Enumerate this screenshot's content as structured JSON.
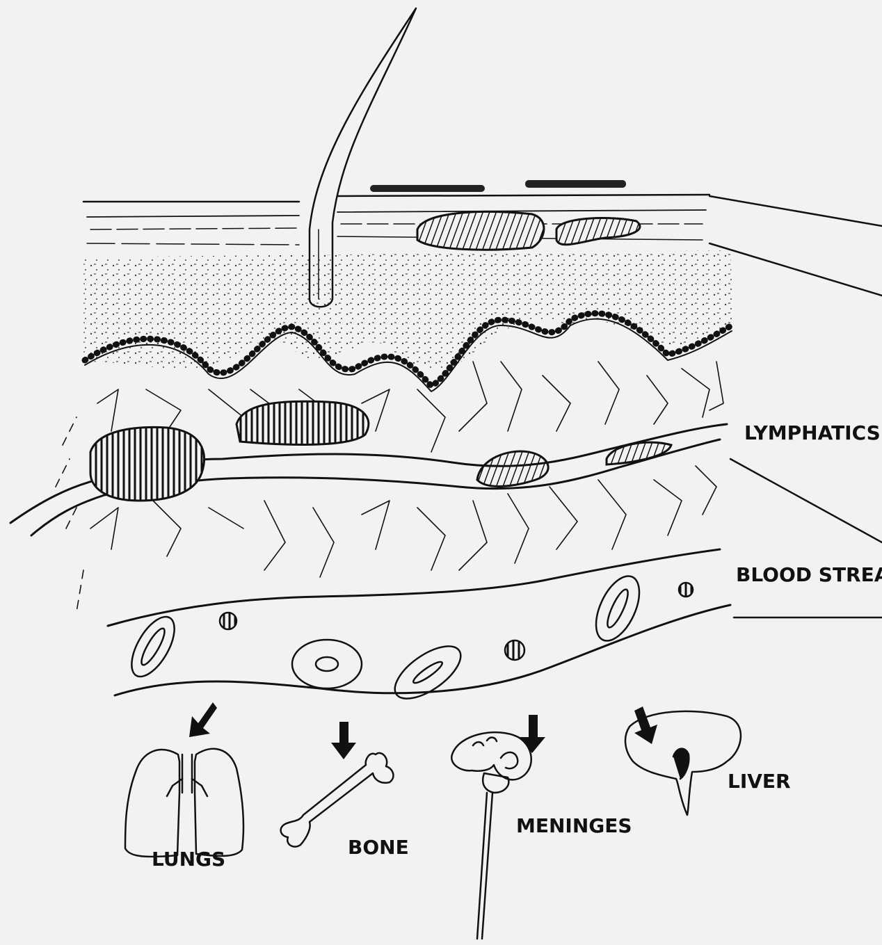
{
  "diagram": {
    "labels": {
      "lymphatics": "LYMPHATICS",
      "blood_stream": "BLOOD STREAM",
      "lungs": "LUNGS",
      "bone": "BONE",
      "meninges": "MENINGES",
      "liver": "LIVER"
    },
    "colors": {
      "background": "#f2f2f2",
      "ink": "#111111"
    }
  }
}
